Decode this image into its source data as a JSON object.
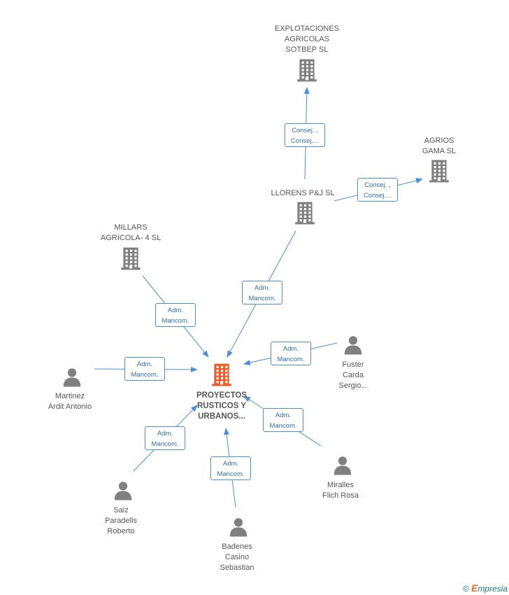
{
  "colors": {
    "edge": "#4a90d9",
    "company": "#808080",
    "center": "#f05a28",
    "person": "#808080",
    "label": "#555555",
    "rel_text": "#2f6db5"
  },
  "nodes": [
    {
      "id": "proyectos",
      "type": "company-center",
      "lines": [
        "PROYECTOS",
        "RUSTICOS Y",
        "URBANOS..."
      ]
    },
    {
      "id": "explotaciones",
      "type": "company",
      "lines": [
        "EXPLOTACIONES",
        "AGRICOLAS",
        "SOTBEP SL"
      ]
    },
    {
      "id": "agrios",
      "type": "company",
      "lines": [
        "AGRIOS",
        "GAMA SL"
      ]
    },
    {
      "id": "llorens",
      "type": "company",
      "lines": [
        "LLORENS P&J SL"
      ]
    },
    {
      "id": "millars",
      "type": "company",
      "lines": [
        "MILLARS",
        "AGRICOLA- 4 SL"
      ]
    },
    {
      "id": "martinez",
      "type": "person",
      "lines": [
        "Martinez",
        "Ardit Antonio"
      ]
    },
    {
      "id": "fuster",
      "type": "person",
      "lines": [
        "Fuster",
        "Carda",
        "Sergio..."
      ]
    },
    {
      "id": "saiz",
      "type": "person",
      "lines": [
        "Saiz",
        "Paradells",
        "Roberto"
      ]
    },
    {
      "id": "badenes",
      "type": "person",
      "lines": [
        "Badenes",
        "Casino",
        "Sebastian"
      ]
    },
    {
      "id": "miralles",
      "type": "person",
      "lines": [
        "Miralles",
        "Flich Rosa"
      ]
    }
  ],
  "edges": [
    {
      "from": "llorens",
      "to": "explotaciones",
      "lines": [
        "Consej. ,",
        "Consej...."
      ]
    },
    {
      "from": "llorens",
      "to": "agrios",
      "lines": [
        "Consej. ,",
        "Consej...."
      ]
    },
    {
      "from": "llorens",
      "to": "proyectos",
      "lines": [
        "Adm.",
        "Mancom."
      ]
    },
    {
      "from": "millars",
      "to": "proyectos",
      "lines": [
        "Adm.",
        "Mancom."
      ]
    },
    {
      "from": "martinez",
      "to": "proyectos",
      "lines": [
        "Adm.",
        "Mancom."
      ]
    },
    {
      "from": "fuster",
      "to": "proyectos",
      "lines": [
        "Adm.",
        "Mancom."
      ]
    },
    {
      "from": "saiz",
      "to": "proyectos",
      "lines": [
        "Adm.",
        "Mancom."
      ]
    },
    {
      "from": "badenes",
      "to": "proyectos",
      "lines": [
        "Adm.",
        "Mancom."
      ]
    },
    {
      "from": "miralles",
      "to": "proyectos",
      "lines": [
        "Adm.",
        "Mancom."
      ]
    }
  ],
  "footer": {
    "copyright": "©",
    "brand_initial": "E",
    "brand_rest": "mpresia"
  }
}
